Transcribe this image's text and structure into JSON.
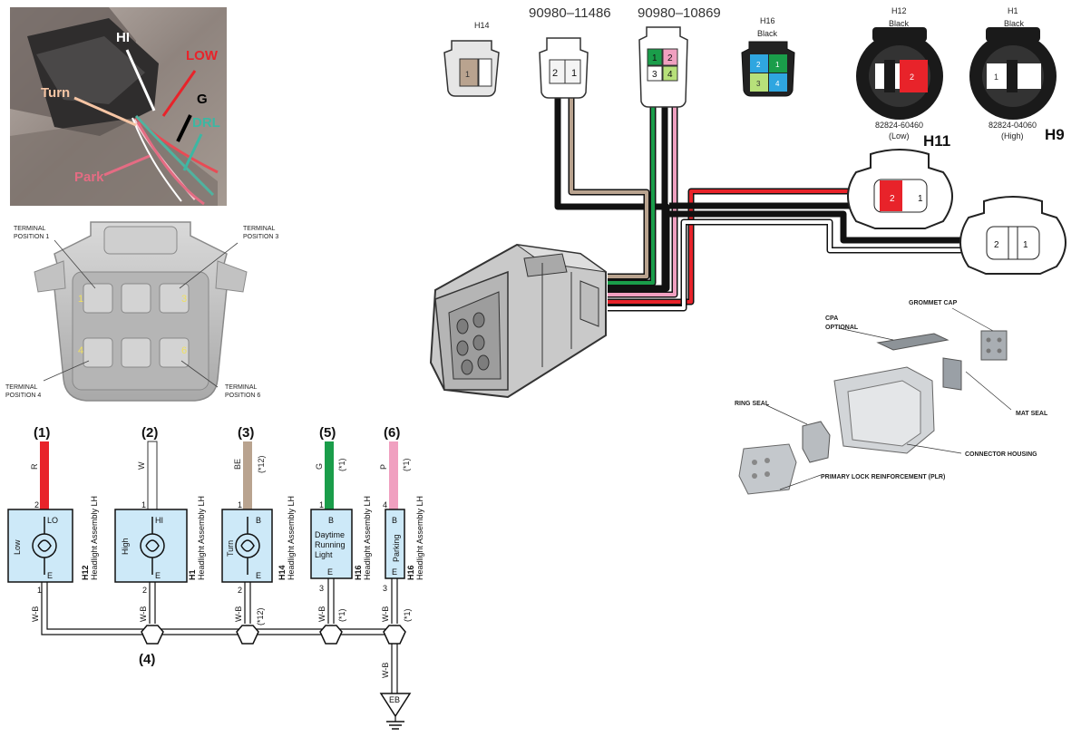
{
  "photo": {
    "labels": {
      "hi": "HI",
      "low": "LOW",
      "g": "G",
      "turn": "Turn",
      "drl": "DRL",
      "park": "Park"
    }
  },
  "terminal_view": {
    "pos1": [
      "TERMINAL",
      "POSITION 1"
    ],
    "pos3": [
      "TERMINAL",
      "POSITION 3"
    ],
    "pos4": [
      "TERMINAL",
      "POSITION 4"
    ],
    "pos6": [
      "TERMINAL",
      "POSITION 6"
    ],
    "nums": {
      "n1": "1",
      "n3": "3",
      "n4": "4",
      "n6": "6"
    }
  },
  "connectors": {
    "h14": {
      "label": "H14",
      "pin": "1"
    },
    "c11486": {
      "part": "90980–11486",
      "pin2": "2",
      "pin1": "1"
    },
    "c10869": {
      "part": "90980–10869",
      "p1": "1",
      "p2": "2",
      "p3": "3",
      "p4": "4"
    },
    "h16": {
      "label": "H16",
      "color": "Black",
      "p1": "1",
      "p2": "2",
      "p3": "3",
      "p4": "4"
    },
    "h12": {
      "label": "H12",
      "color": "Black",
      "pin2": "2",
      "part": "82824-60460",
      "desc": "(Low)",
      "big": "H11"
    },
    "h1": {
      "label": "H1",
      "color": "Black",
      "pin1": "1",
      "part": "82824-04060",
      "desc": "(High)",
      "big": "H9"
    },
    "h11_conn": {
      "pin2": "2",
      "pin1": "1"
    },
    "h9_conn": {
      "pin2": "2",
      "pin1": "1"
    }
  },
  "exploded": {
    "cpa": [
      "CPA",
      "OPTIONAL"
    ],
    "grommet": "GROMMET CAP",
    "ring": "RING SEAL",
    "mat": "MAT SEAL",
    "housing": "CONNECTOR HOUSING",
    "plr": "PRIMARY LOCK REINFORCEMENT (PLR)"
  },
  "schematic": {
    "numbers": {
      "n1": "(1)",
      "n2": "(2)",
      "n3": "(3)",
      "n5": "(5)",
      "n6": "(6)",
      "n4": "(4)"
    },
    "colors": {
      "red": "#e8232a",
      "white": "#ffffff",
      "beige": "#b9a38f",
      "green": "#1a9d4a",
      "pink": "#f0a0c0",
      "box": "#cde9f8"
    },
    "wires": {
      "r": "R",
      "w": "W",
      "be": "BE",
      "g": "G",
      "p": "P",
      "note12": "(*12)",
      "note1": "(*1)"
    },
    "boxes": {
      "low": {
        "pin_top": "2",
        "top": "LO",
        "side": "Low",
        "bottom": "E",
        "pin_bottom": "1",
        "code": "H12",
        "assy": "Headlight Assembly LH"
      },
      "high": {
        "pin_top": "1",
        "top": "HI",
        "side": "High",
        "bottom": "E",
        "pin_bottom": "2",
        "code": "H1",
        "assy": "Headlight Assembly LH"
      },
      "turn": {
        "pin_top": "1",
        "top": "B",
        "side": "Turn",
        "bottom": "E",
        "pin_bottom": "2",
        "code": "H14",
        "assy": "Headlight Assembly LH"
      },
      "drl": {
        "pin_top": "1",
        "top": "B",
        "line1": "Daytime",
        "line2": "Running",
        "line3": "Light",
        "bottom": "E",
        "pin_bottom": "3",
        "code": "H16",
        "assy": "Headlight Assembly LH"
      },
      "park": {
        "pin_top": "4",
        "top": "B",
        "side": "Parking",
        "bottom": "E",
        "pin_bottom": "3",
        "code": "H16",
        "assy": "Headlight Assembly LH"
      }
    },
    "ground_wires": {
      "wb": "W-B",
      "note12": "(*12)",
      "note1": "(*1)"
    },
    "ground": "EB"
  }
}
